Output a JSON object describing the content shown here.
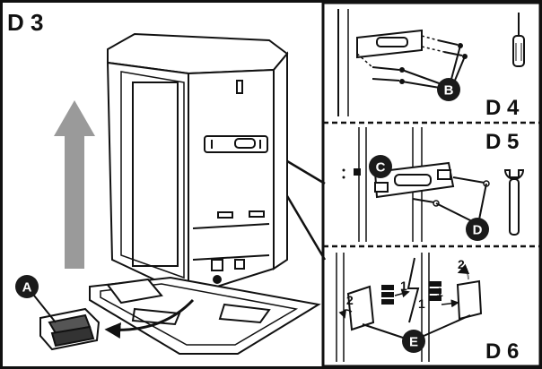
{
  "panels": {
    "main": {
      "label": "D 3"
    },
    "top_right": {
      "label": "D 4"
    },
    "middle_right": {
      "label": "D 5"
    },
    "bottom_right": {
      "label": "D 6"
    }
  },
  "callouts": {
    "a": "A",
    "b": "B",
    "c": "C",
    "d": "D",
    "e": "E"
  },
  "step_numbers": {
    "left_turn": "2",
    "left_push": "1",
    "right_push_top": "1",
    "right_push_bottom": "1",
    "right_turn": "2"
  },
  "icons": {
    "tools": [
      "screwdriver-icon",
      "wrench-icon"
    ]
  },
  "colors": {
    "line": "#111111",
    "arrow_grey": "#9a9a9a",
    "background": "#ffffff",
    "dark_fill": "#1a1a1a"
  }
}
